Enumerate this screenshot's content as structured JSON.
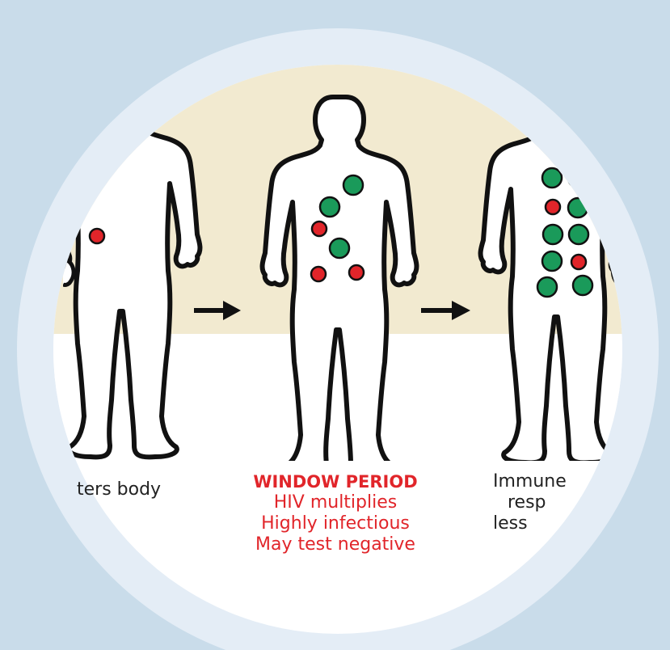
{
  "colors": {
    "background": "#c9dcea",
    "ring": "#e4edf6",
    "disc": "#ffffff",
    "beige": "#f2ead0",
    "hiv": "#e1252a",
    "immune": "#1a9a5a",
    "outline": "#111111",
    "window_text": "#e1252a"
  },
  "captions": {
    "left": "ters body",
    "middle": {
      "title": "WINDOW PERIOD",
      "line1": "HIV multiplies",
      "line2": "Highly infectious",
      "line3": "May test negative"
    },
    "right": {
      "line1": "Immune",
      "line2": "resp",
      "line3": "less"
    }
  },
  "stages": [
    {
      "name": "entry",
      "red_dots": 1,
      "green_dots": 0
    },
    {
      "name": "window-period",
      "red_dots": 3,
      "green_dots": 3
    },
    {
      "name": "immune-response",
      "red_dots": 2,
      "green_dots": 8
    }
  ],
  "icons": [
    "arrow-right-icon",
    "arrow-right-icon"
  ]
}
